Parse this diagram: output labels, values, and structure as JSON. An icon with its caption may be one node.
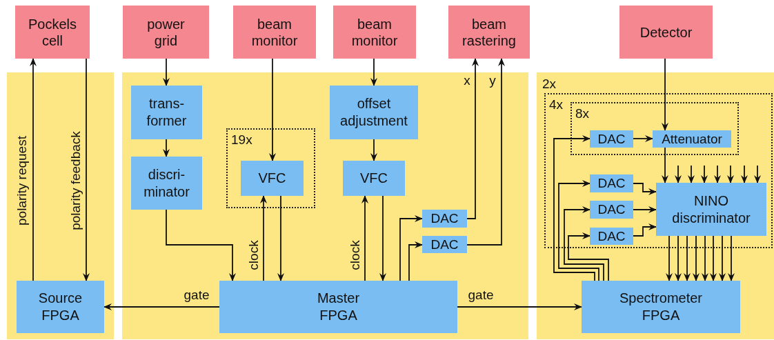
{
  "diagram": {
    "nodes": [
      {
        "text": [
          "Pockels cell"
        ]
      },
      {
        "text": [
          "power grid"
        ]
      },
      {
        "text": [
          "beam monitor"
        ]
      },
      {
        "text": [
          "beam monitor"
        ]
      },
      {
        "text": [
          "beam rastering"
        ]
      },
      {
        "text": [
          "Detector"
        ]
      },
      {
        "text": [],
        "shape": "box"
      },
      {
        "text": [
          "Source FPGA"
        ],
        "in": 6
      },
      {
        "text": [],
        "shape": "box"
      },
      {
        "text": [
          "trans- former"
        ],
        "in": 8
      },
      {
        "text": [
          "discri- minator"
        ],
        "in": 8
      },
      {
        "text": [
          "19x"
        ],
        "in": 8
      },
      {
        "text": [
          "VFC"
        ],
        "in": 11
      },
      {
        "text": [
          "offset adjustment"
        ],
        "in": 8
      },
      {
        "text": [
          "VFC"
        ],
        "in": 8
      },
      {
        "text": [
          "DAC"
        ],
        "in": 8
      },
      {
        "text": [
          "DAC"
        ],
        "in": 8
      },
      {
        "text": [
          "Master FPGA"
        ],
        "in": 8
      },
      {
        "text": [
          "2x"
        ]
      },
      {
        "text": [
          "4x"
        ],
        "in": 18
      },
      {
        "text": [
          "8x"
        ],
        "in": 19
      },
      {
        "text": [
          "DAC"
        ],
        "in": 20
      },
      {
        "text": [
          "Attenuator"
        ],
        "in": 20
      },
      {
        "text": [
          "DAC"
        ],
        "in": 19
      },
      {
        "text": [
          "DAC"
        ],
        "in": 19
      },
      {
        "text": [
          "DAC"
        ],
        "in": 19
      },
      {
        "text": [
          "NINO discriminator"
        ],
        "in": 19
      },
      {
        "text": [
          "Spectrometer FPGA"
        ],
        "in": 18
      }
    ],
    "edges": [
      {
        "from": 7,
        "to": 0,
        "arrow": "to",
        "label": "polarity request"
      },
      {
        "from": 0,
        "to": 7,
        "arrow": "to",
        "label": "polarity feedback"
      },
      {
        "from": 1,
        "to": 9,
        "arrow": "to"
      },
      {
        "from": 9,
        "to": 10,
        "arrow": "to"
      },
      {
        "from": 10,
        "to": 17,
        "arrow": "to"
      },
      {
        "from": 2,
        "to": 12,
        "arrow": "to"
      },
      {
        "from": 17,
        "to": 12,
        "arrow": "to",
        "label": "clock"
      },
      {
        "from": 12,
        "to": 17,
        "arrow": "to"
      },
      {
        "from": 3,
        "to": 13,
        "arrow": "to"
      },
      {
        "from": 13,
        "to": 14,
        "arrow": "to"
      },
      {
        "from": 17,
        "to": 14,
        "arrow": "to",
        "label": "clock"
      },
      {
        "from": 14,
        "to": 17,
        "arrow": "to"
      },
      {
        "from": 17,
        "to": 15,
        "arrow": "to"
      },
      {
        "from": 17,
        "to": 16,
        "arrow": "to"
      },
      {
        "from": 15,
        "to": 4,
        "arrow": "to",
        "label": "x"
      },
      {
        "from": 16,
        "to": 4,
        "arrow": "to",
        "label": "y"
      },
      {
        "from": 17,
        "to": 7,
        "arrow": "to",
        "label": "gate"
      },
      {
        "from": 17,
        "to": 27,
        "arrow": "to",
        "label": "gate"
      },
      {
        "from": 5,
        "to": 22,
        "arrow": "to"
      },
      {
        "from": 21,
        "to": 22,
        "arrow": "to"
      },
      {
        "from": 22,
        "to": 26,
        "arrow": "to"
      },
      {
        "from": null,
        "to": 26,
        "arrow": "to"
      },
      {
        "from": null,
        "to": 26,
        "arrow": "to"
      },
      {
        "from": null,
        "to": 26,
        "arrow": "to"
      },
      {
        "from": null,
        "to": 26,
        "arrow": "to"
      },
      {
        "from": null,
        "to": 26,
        "arrow": "to"
      },
      {
        "from": null,
        "to": 26,
        "arrow": "to"
      },
      {
        "from": null,
        "to": 26,
        "arrow": "to"
      },
      {
        "from": 23,
        "to": 26,
        "arrow": "to"
      },
      {
        "from": 24,
        "to": 26,
        "arrow": "to"
      },
      {
        "from": 25,
        "to": 26,
        "arrow": "to"
      },
      {
        "from": 27,
        "to": 21,
        "arrow": "to"
      },
      {
        "from": 27,
        "to": 23,
        "arrow": "to"
      },
      {
        "from": 27,
        "to": 24,
        "arrow": "to"
      },
      {
        "from": 27,
        "to": 25,
        "arrow": "to"
      },
      {
        "from": 26,
        "to": 27,
        "arrow": "to"
      },
      {
        "from": 26,
        "to": 27,
        "arrow": "to"
      },
      {
        "from": 26,
        "to": 27,
        "arrow": "to"
      },
      {
        "from": 26,
        "to": 27,
        "arrow": "to"
      },
      {
        "from": 26,
        "to": 27,
        "arrow": "to"
      },
      {
        "from": 26,
        "to": 27,
        "arrow": "to"
      },
      {
        "from": 26,
        "to": 27,
        "arrow": "to"
      },
      {
        "from": 26,
        "to": 27,
        "arrow": "to"
      }
    ]
  }
}
